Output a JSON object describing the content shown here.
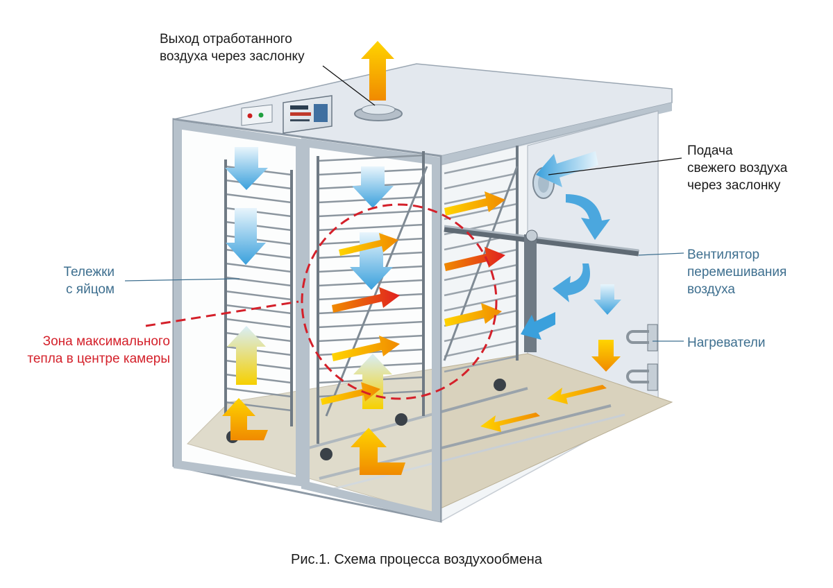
{
  "labels": {
    "exhaust": "Выход отработанного\nвоздуха через заслонку",
    "fresh_air": "Подача\nсвежего воздуха\nчерез заслонку",
    "fan": "Вентилятор\nперемешивания\nвоздуха",
    "heaters": "Нагреватели",
    "carts": "Тележки\nс яйцом",
    "heat_zone": "Зона максимального\nтепла в центре камеры"
  },
  "caption": "Рис.1. Схема процесса воздухообмена",
  "colors": {
    "cold_air": "#4aa8e0",
    "warm_air": "#f5b400",
    "hot_air": "#e8402a",
    "heat_zone": "#d4202a",
    "label_blue": "#3e6f8f",
    "cabinet": "#dde3ea",
    "floor": "#d9d2bd"
  }
}
